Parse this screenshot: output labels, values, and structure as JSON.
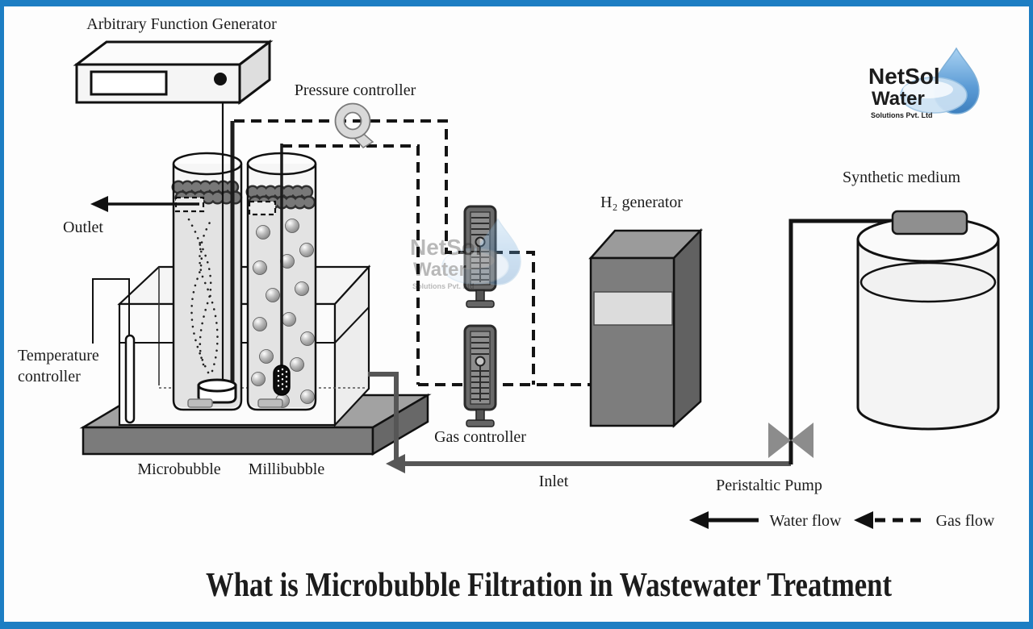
{
  "frame": {
    "border_color": "#1d7ec3",
    "inner_background": "#fdfdfd"
  },
  "title": {
    "text": "What is Microbubble Filtration in Wastewater Treatment",
    "color": "#2234ad"
  },
  "watermark_logo": {
    "name": "NetSol",
    "name2": "Water",
    "tagline": "Solutions Pvt. Ltd",
    "drop_color": "#5b9bd5"
  },
  "diagram": {
    "labels": {
      "function_generator": "Arbitrary Function Generator",
      "pressure_controller": "Pressure controller",
      "outlet": "Outlet",
      "temperature_controller_line1": "Temperature",
      "temperature_controller_line2": "controller",
      "microbubble": "Microbubble",
      "millibubble": "Millibubble",
      "gas_controller": "Gas controller",
      "h2_generator": "H₂ generator",
      "synthetic_medium": "Synthetic medium",
      "inlet": "Inlet",
      "peristaltic_pump": "Peristaltic Pump"
    },
    "legend": {
      "water_flow": "Water flow",
      "gas_flow": "Gas flow"
    },
    "icons": {
      "pressure_controller_icon": "circular clamp (Q-shape)",
      "gas_controller_icon": "ribbed tower device",
      "peristaltic_pump_icon": "bowtie valve",
      "water_drop_icon": "blue water drop"
    },
    "colors": {
      "water_pipe": "#565656",
      "gas_line": "#141414",
      "device_gray": "#7d7d7d"
    }
  }
}
